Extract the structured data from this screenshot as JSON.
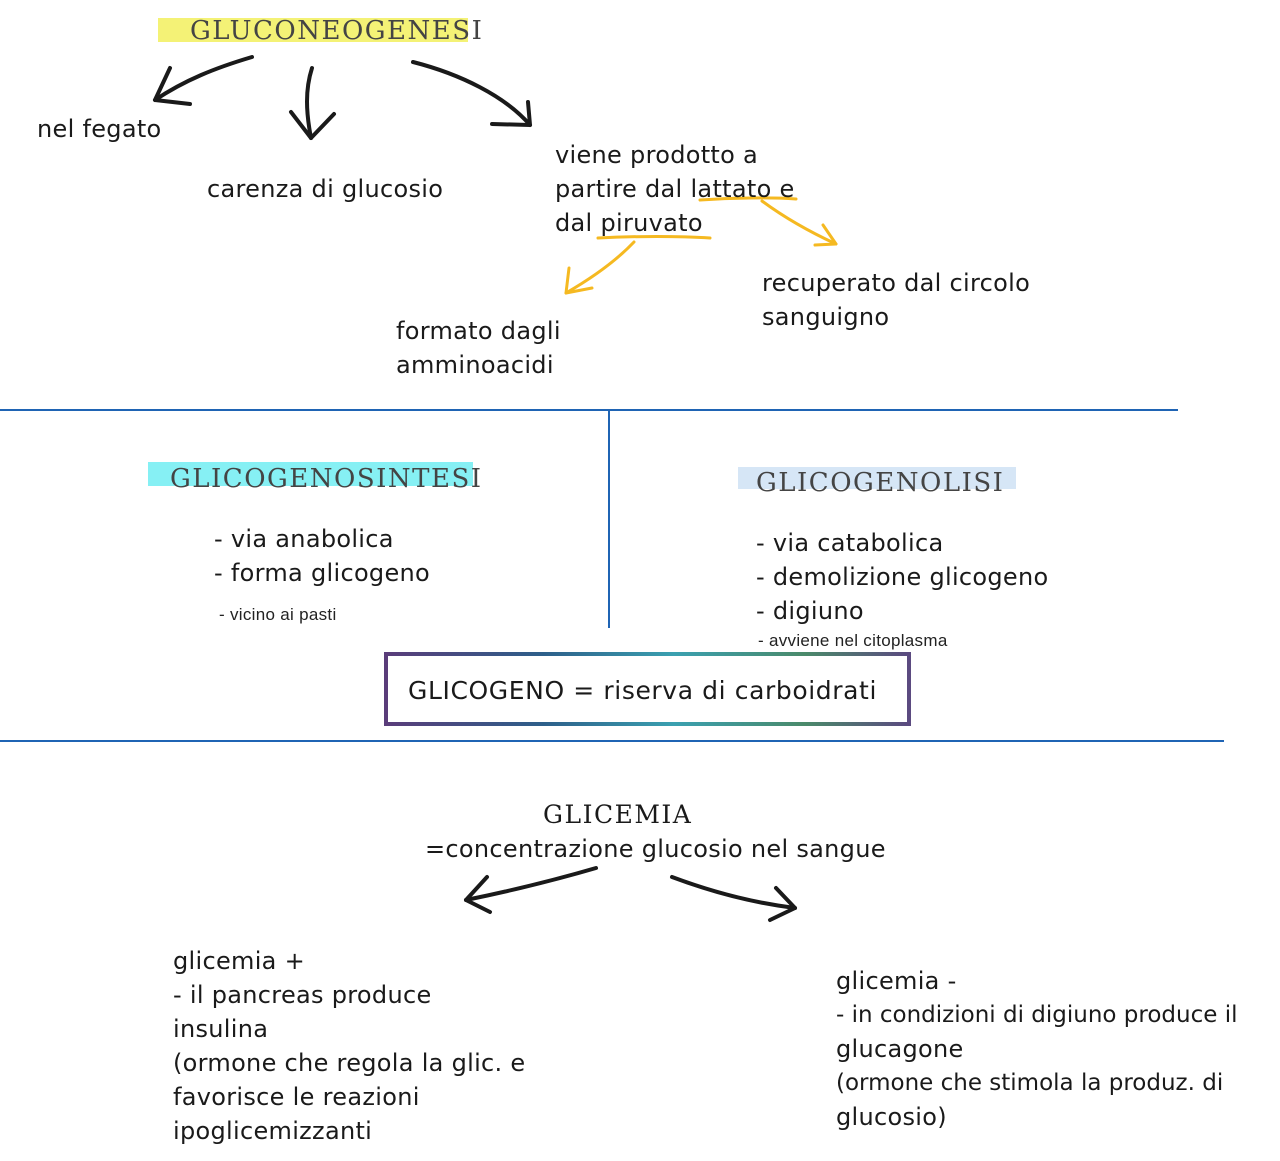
{
  "colors": {
    "ink": "#1a1a1a",
    "divider": "#1f64b4",
    "arrow_yellow": "#f5b921",
    "highlight_yellow": "#f4f276",
    "highlight_cyan": "#86f0f4",
    "highlight_blue": "#d6e6f6"
  },
  "gluconeogenesis": {
    "title": "GLUCONEOGENESI",
    "left": "nel fegato",
    "middle": "carenza di glucosio",
    "right_line1": "viene prodotto a",
    "right_line2_pre": "partire dal ",
    "right_line2_word": "lattato",
    "right_line2_post": " e",
    "right_line3_pre": "dal ",
    "right_line3_word": "piruvato",
    "lattato_note_line1": "recuperato dal circolo",
    "lattato_note_line2": "sanguigno",
    "piruvato_note_line1": "formato dagli",
    "piruvato_note_line2": "amminoacidi"
  },
  "glycogenesis": {
    "title": "GLICOGENOSINTESI",
    "item1": "- via anabolica",
    "item2": "- forma glicogeno",
    "item3": "- vicino ai pasti"
  },
  "glycogenolysis": {
    "title": "GLICOGENOLISI",
    "item1": "- via catabolica",
    "item2": "- demolizione glicogeno",
    "item3": "- digiuno",
    "item4": "- avviene nel citoplasma"
  },
  "glycogen_box": {
    "text": "GLICOGENO = riserva di carboidrati"
  },
  "glycemia": {
    "title": "GLICEMIA",
    "definition": "=concentrazione glucosio nel sangue",
    "high": {
      "line1": "glicemia +",
      "line2": "- il pancreas produce",
      "line3": "insulina",
      "line4": "(ormone che regola la glic. e",
      "line5": "favorisce le reazioni",
      "line6": "ipoglicemizzanti"
    },
    "low": {
      "line1": "glicemia -",
      "line2": "- in condizioni di digiuno produce il",
      "line3": "glucagone",
      "line4": "(ormone che stimola la produz. di",
      "line5": "glucosio)"
    }
  }
}
